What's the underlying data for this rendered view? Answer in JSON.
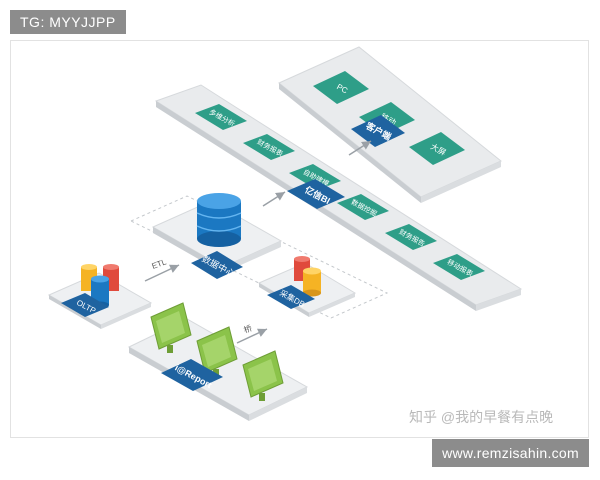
{
  "top_tag": "TG: MYYJJPP",
  "bottom_tag": "www.remzisahin.com",
  "watermark": "知乎 @我的早餐有点晚",
  "colors": {
    "accent_dark": "#1f63a0",
    "module_green": "#2e9e88",
    "monitor_green": "#8bc34a",
    "db_blue": "#1b78c2",
    "platform": "#e6e8ea"
  },
  "diagram": {
    "client_label": "客户端",
    "client_items": [
      "PC",
      "移动",
      "大屏"
    ],
    "bi_label": "亿信BI",
    "bi_modules": [
      "多维分析",
      "财务报表",
      "自助建模",
      "",
      "数据挖掘",
      "财务报告",
      "移动报表"
    ],
    "data_center": "数据中心",
    "collect_db": "采集DB",
    "oltp": "OLTP",
    "report": "i@Report",
    "etl": "ETL",
    "bridge": "桥"
  }
}
